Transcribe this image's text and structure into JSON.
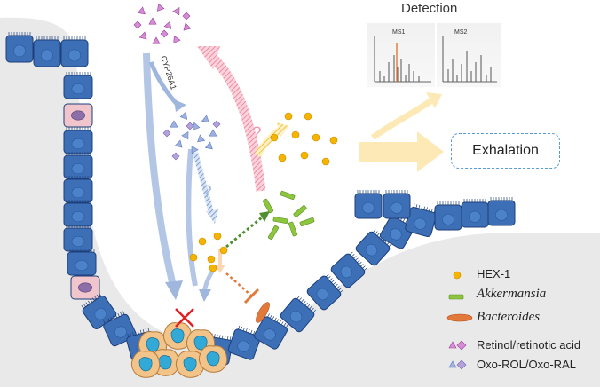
{
  "detection": {
    "title": "Detection",
    "ms1_label": "MS1",
    "ms2_label": "MS2"
  },
  "enzyme_label": "CYP26A1",
  "unknown_mark": "?",
  "exhalation_label": "Exhalation",
  "legend": [
    {
      "key": "hex1",
      "label": "HEX-1"
    },
    {
      "key": "akkermansia",
      "label": "Akkermansia"
    },
    {
      "key": "bacteroides",
      "label": "Bacteroides"
    },
    {
      "key": "retinol",
      "label": "Retinol/retinotic acid"
    },
    {
      "key": "oxo",
      "label": "Oxo-ROL/Oxo-RAL"
    }
  ],
  "colors": {
    "cell_blue": "#3d6fb6",
    "cell_border": "#1d3f7a",
    "goblet_pink": "#f0c6cc",
    "hex1_yellow": "#f4b400",
    "akkermansia_green": "#8cc63e",
    "bacteroides_orange": "#e2783a",
    "retinol_purple": "#c062c0",
    "oxo_blue": "#7f9bd2",
    "arrow_blue": "#9fb7dc",
    "arrow_pink": "#f19aae",
    "arrow_cream": "#fde9b5",
    "inhibit_x": "#e02020"
  }
}
